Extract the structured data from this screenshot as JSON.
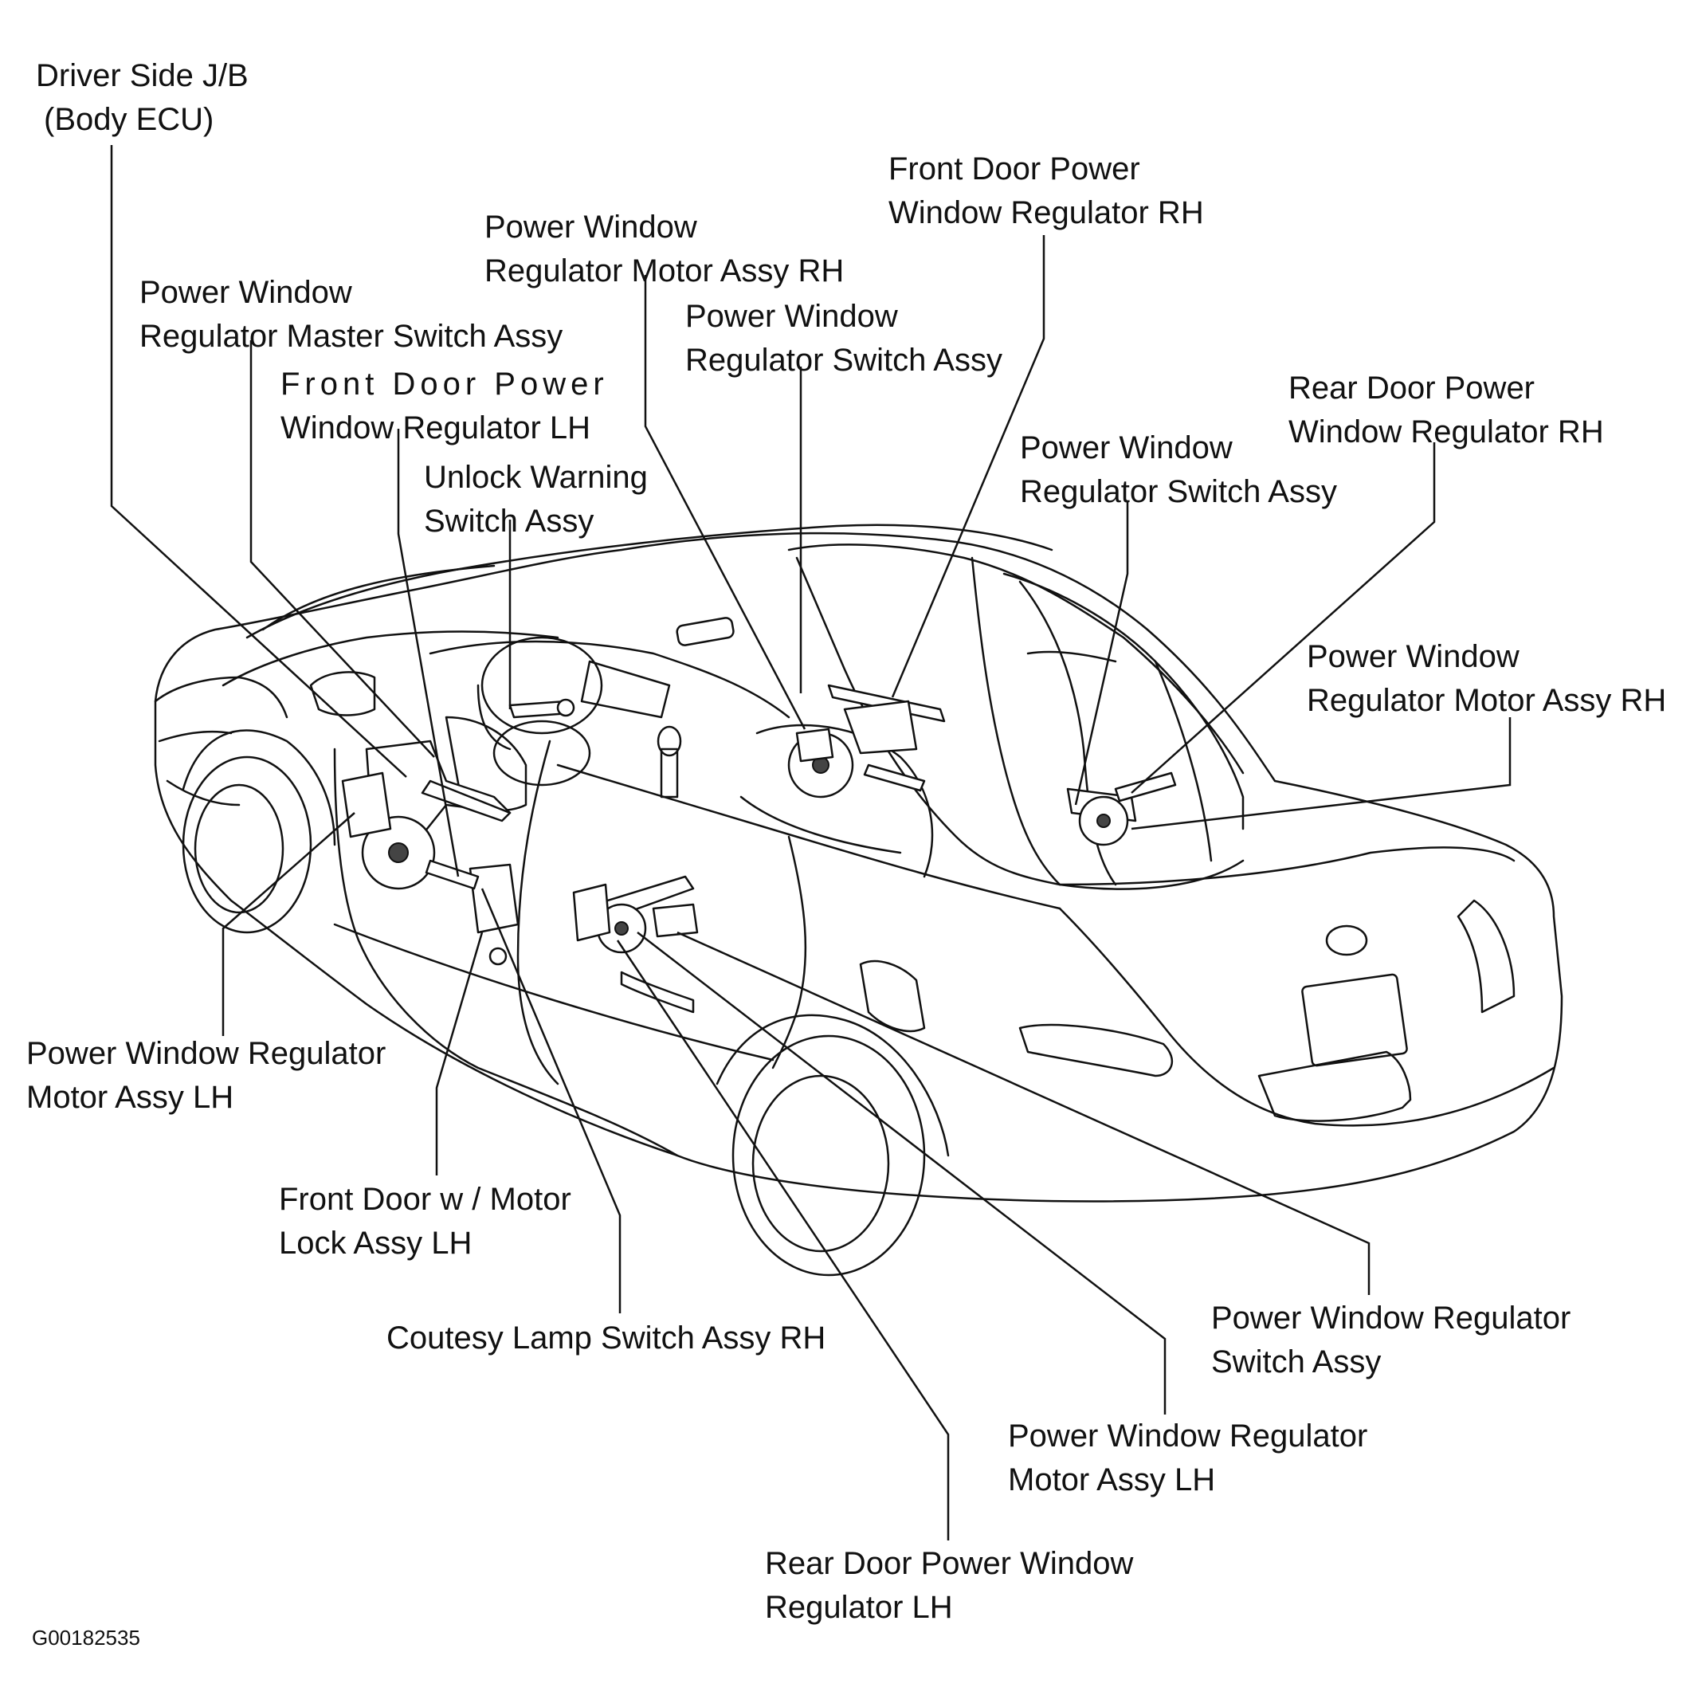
{
  "labels": {
    "driver_jb": [
      "Driver Side J/B",
      "(Body ECU)"
    ],
    "master_switch": [
      "Power Window",
      "Regulator Master Switch Assy"
    ],
    "front_door_reg_lh": [
      "Front  Door  Power",
      "Window Regulator LH"
    ],
    "unlock_warning": [
      "Unlock Warning",
      "Switch Assy"
    ],
    "motor_rh_top": [
      "Power Window",
      "Regulator Motor Assy RH"
    ],
    "front_door_reg_rh": [
      "Front Door Power",
      "Window Regulator RH"
    ],
    "switch_assy_front_rh": [
      "Power Window",
      "Regulator Switch Assy"
    ],
    "rear_door_reg_rh": [
      "Rear Door Power",
      "Window Regulator RH"
    ],
    "switch_assy_rear_rh": [
      "Power Window",
      "Regulator Switch Assy"
    ],
    "motor_rh_rear": [
      "Power Window",
      "Regulator Motor Assy RH"
    ],
    "motor_lh_front": [
      "Power Window Regulator",
      "Motor Assy LH"
    ],
    "front_door_lock": [
      "Front Door w / Motor",
      "Lock Assy LH"
    ],
    "courtesy_lamp": [
      "Coutesy Lamp Switch Assy RH"
    ],
    "switch_assy_rear_lh": [
      "Power Window Regulator",
      "Switch Assy"
    ],
    "motor_lh_rear": [
      "Power Window Regulator",
      "Motor Assy LH"
    ],
    "rear_door_reg_lh": [
      "Rear Door Power Window",
      "Regulator LH"
    ]
  },
  "figure_code": "G00182535"
}
